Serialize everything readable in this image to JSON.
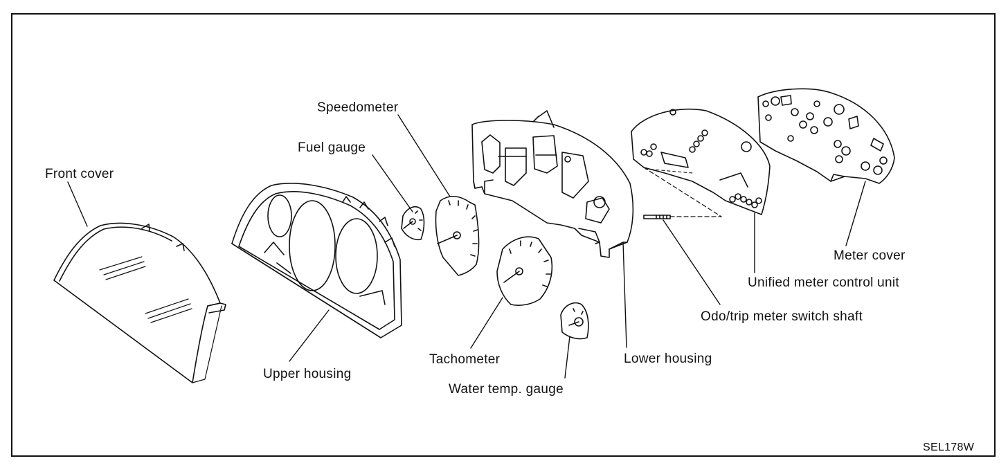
{
  "diagram": {
    "labels": {
      "front_cover": "Front cover",
      "upper_housing": "Upper housing",
      "fuel_gauge": "Fuel gauge",
      "speedometer": "Speedometer",
      "tachometer": "Tachometer",
      "water_temp_gauge": "Water temp. gauge",
      "lower_housing": "Lower housing",
      "odo_trip_shaft": "Odo/trip meter switch shaft",
      "unified_meter_control_unit": "Unified meter control unit",
      "meter_cover": "Meter cover"
    },
    "figure_code": "SEL178W",
    "line_color": "#111111",
    "background": "#ffffff"
  }
}
